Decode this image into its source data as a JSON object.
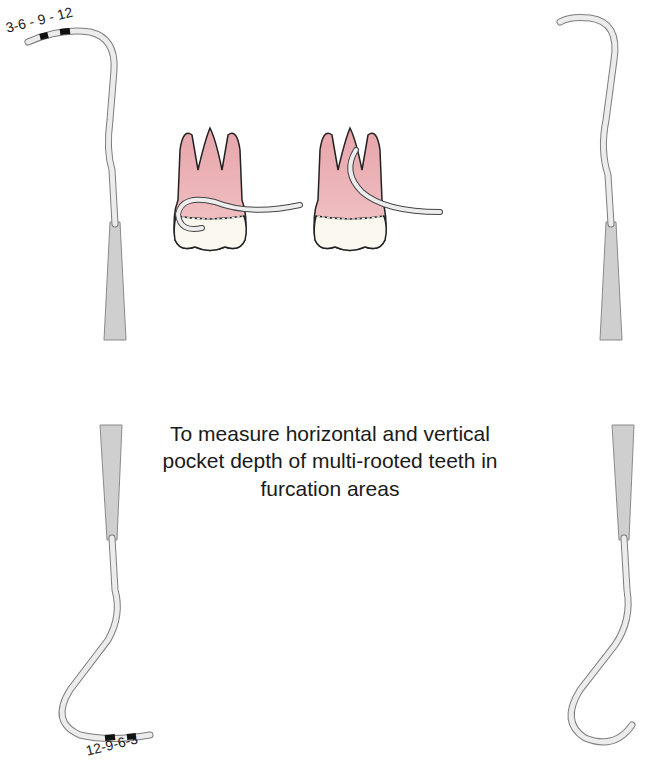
{
  "diagram": {
    "labels": [
      "3-6 - 9 - 12",
      "To measure horizontal and vertical pocket depth of multi-rooted teeth in furcation areas",
      "12-9-6-3"
    ]
  }
}
